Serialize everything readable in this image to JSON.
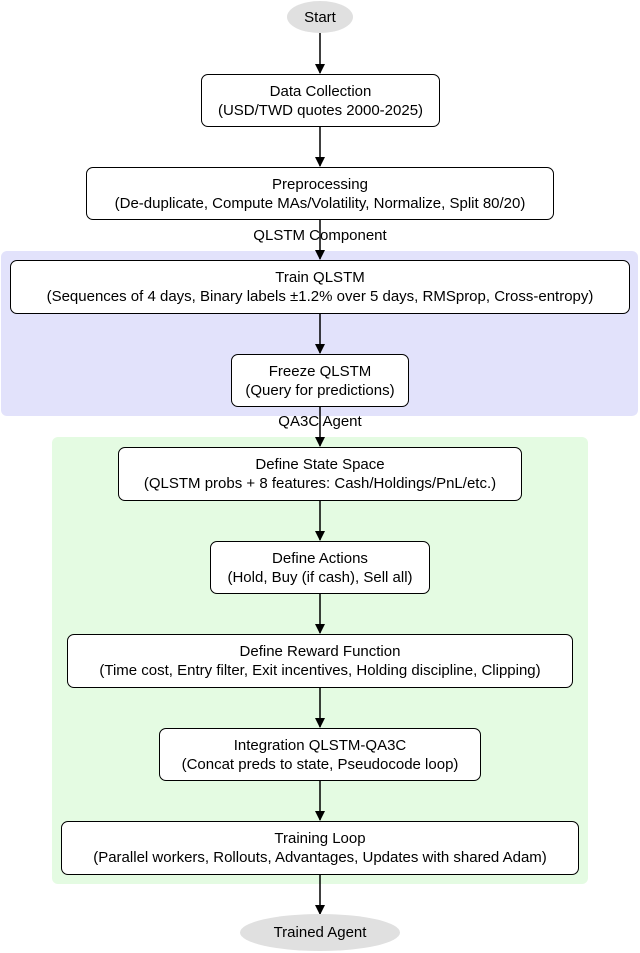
{
  "start": "Start",
  "end": "Trained Agent",
  "clusters": {
    "qlstm": "QLSTM Component",
    "qa3c": "QA3C Agent"
  },
  "steps": [
    {
      "title": "Data Collection",
      "detail": "(USD/TWD quotes 2000-2025)"
    },
    {
      "title": "Preprocessing",
      "detail": "(De-duplicate, Compute MAs/Volatility, Normalize, Split 80/20)"
    },
    {
      "title": "Train QLSTM",
      "detail": "(Sequences of 4 days, Binary labels ±1.2% over 5 days, RMSprop, Cross-entropy)"
    },
    {
      "title": "Freeze QLSTM",
      "detail": "(Query for predictions)"
    },
    {
      "title": "Define State Space",
      "detail": "(QLSTM probs + 8 features: Cash/Holdings/PnL/etc.)"
    },
    {
      "title": "Define Actions",
      "detail": "(Hold, Buy (if cash), Sell all)"
    },
    {
      "title": "Define Reward Function",
      "detail": "(Time cost, Entry filter, Exit incentives, Holding discipline, Clipping)"
    },
    {
      "title": "Integration QLSTM-QA3C",
      "detail": "(Concat preds to state, Pseudocode loop)"
    },
    {
      "title": "Training Loop",
      "detail": "(Parallel workers, Rollouts, Advantages, Updates with shared Adam)"
    }
  ]
}
